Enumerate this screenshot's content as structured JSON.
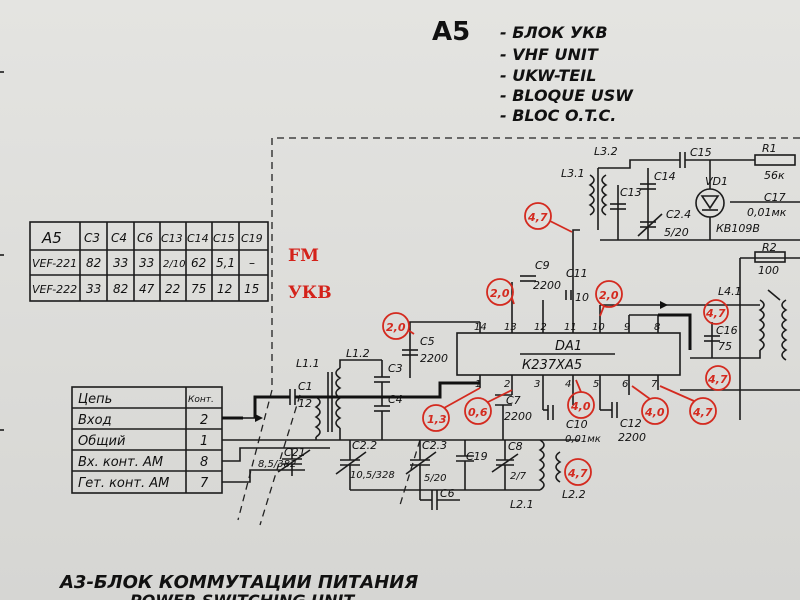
{
  "title_block": {
    "id": "A5",
    "names": [
      "- БЛОК УКВ",
      "- VHF UNIT",
      "- UKW-TEIL",
      "- BLOQUE USW",
      "- BLOC O.T.C."
    ]
  },
  "bottom_title": "А3-БЛОК КОММУТАЦИИ ПИТАНИЯ",
  "bottom_title_cut": "POWER SWITCHING UNIT",
  "band_labels": {
    "fm": "FM",
    "ukv": "УКВ"
  },
  "variant_table": {
    "headers": [
      "A5",
      "C3",
      "C4",
      "C6",
      "C13",
      "C14",
      "C15",
      "C19"
    ],
    "rows": [
      [
        "VEF-221",
        "82",
        "33",
        "33",
        "2/10",
        "62",
        "5,1",
        "–"
      ],
      [
        "VEF-222",
        "33",
        "82",
        "47",
        "22",
        "75",
        "12",
        "15"
      ]
    ]
  },
  "pin_table": {
    "headers": [
      "Цепь",
      "Конт."
    ],
    "rows": [
      [
        "Вход",
        "2"
      ],
      [
        "Общий",
        "1"
      ],
      [
        "Вх. конт. АМ",
        "8"
      ],
      [
        "Гет. конт. АМ",
        "7"
      ]
    ]
  },
  "ic": {
    "ref": "DA1",
    "part": "К237ХА5",
    "pins_top": [
      "14",
      "13",
      "12",
      "11",
      "10",
      "9",
      "8"
    ],
    "pins_bottom": [
      "1",
      "2",
      "3",
      "4",
      "5",
      "6",
      "7"
    ]
  },
  "components": {
    "L31": "L3.1",
    "L32": "L3.2",
    "C15": "C15",
    "R1": "R1",
    "R1v": "56к",
    "C13": "C13",
    "C14": "C14",
    "VD1": "VD1",
    "VD1p": "КВ109В",
    "C17": "C17",
    "C17v": "0,01мк",
    "C24": "C2.4",
    "C24v": "5/20",
    "R2": "R2",
    "R2v": "100",
    "C9": "C9",
    "C9v": "2200",
    "C11": "C11",
    "C11v": "10",
    "L41": "L4.1",
    "C16": "C16",
    "C16v": "75",
    "C5": "C5",
    "C5v": "2200",
    "L11": "L1.1",
    "L12": "L1.2",
    "C3": "C3",
    "C4": "C4",
    "C1": "C1",
    "C1v": "12",
    "C7": "C7",
    "C7v": "2200",
    "C10": "C10",
    "C10v": "0,01мк",
    "C12": "C12",
    "C12v": "2200",
    "C21": "C21",
    "C21v": "8,5/382",
    "C22": "C2.2",
    "C22v": "10,5/328",
    "C23": "C2.3",
    "C23v": "5/20",
    "C19": "C19",
    "C8": "C8",
    "C8v": "2/7",
    "C6": "C6",
    "L21": "L2.1",
    "L22": "L2.2"
  },
  "voltages": [
    "4,7",
    "2,0",
    "2,0",
    "2,0",
    "4,7",
    "4,7",
    "1,3",
    "0,6",
    "4,0",
    "4,0",
    "4,7",
    "4,7"
  ],
  "colors": {
    "ink": "#111111",
    "annotation": "#d42a1f",
    "paper": "#dcdcd9"
  }
}
